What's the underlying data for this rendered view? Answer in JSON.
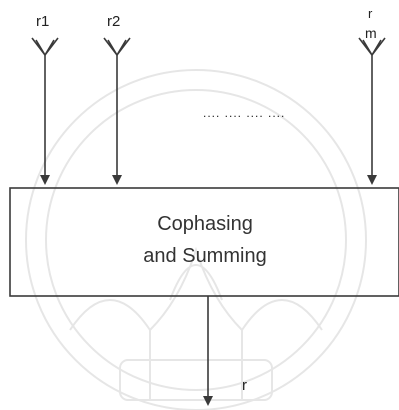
{
  "antennas": [
    {
      "label": "r1"
    },
    {
      "label": "r2"
    },
    {
      "label": "r",
      "subscript": "m"
    }
  ],
  "dots": "....   ....   ....   ....",
  "box": {
    "line1": "Cophasing",
    "line2": "and Summing"
  },
  "output": {
    "label": "r"
  },
  "colors": {
    "stroke": "#3a3a3a",
    "text": "#222222",
    "watermark": "#e6e6e6"
  }
}
